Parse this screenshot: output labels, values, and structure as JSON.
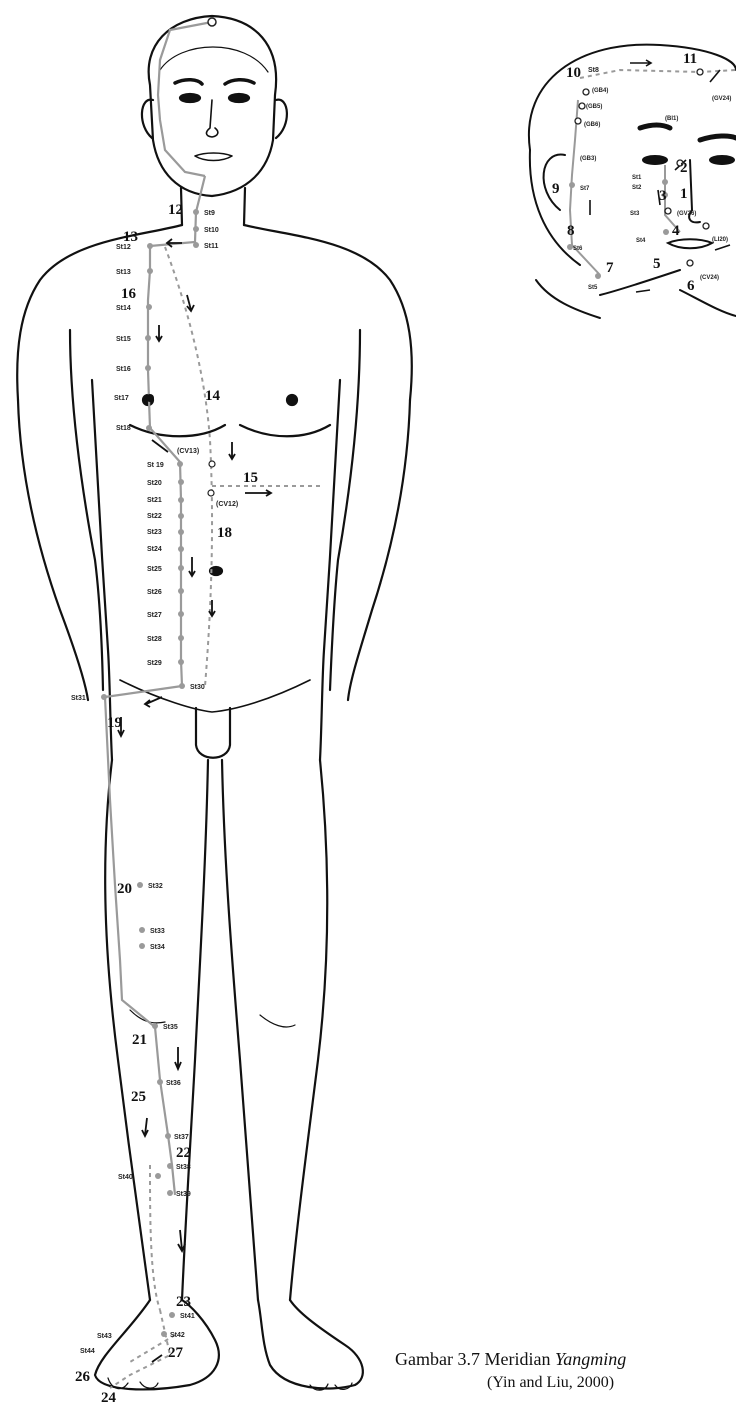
{
  "caption": {
    "prefix": "Gambar 3.7 Meridian ",
    "italic": "Yangming",
    "source": "(Yin and Liu, 2000)"
  },
  "body_labels": {
    "n12": "12",
    "n13": "13",
    "n14": "14",
    "n15": "15",
    "n16": "16",
    "n18": "18",
    "n19": "19",
    "n20": "20",
    "n21": "21",
    "n22": "22",
    "n23": "23",
    "n24": "24",
    "n25": "25",
    "n26": "26",
    "n27": "27"
  },
  "points": {
    "st8": "St8",
    "st9": "St9",
    "st10": "St10",
    "st11": "St11",
    "st12": "St12",
    "st13": "St13",
    "st14": "St14",
    "st15": "St15",
    "st16": "St16",
    "st17": "St17",
    "st18": "St18",
    "st19": "St 19",
    "st20": "St20",
    "st21": "St21",
    "st22": "St22",
    "st23": "St23",
    "st24": "St24",
    "st25": "St25",
    "st26": "St26",
    "st27": "St27",
    "st28": "St28",
    "st29": "St29",
    "st30": "St30",
    "st31": "St31",
    "st32": "St32",
    "st33": "St33",
    "st34": "St34",
    "st35": "St35",
    "st36": "St36",
    "st37": "St37",
    "st38": "St38",
    "st39": "St39",
    "st40": "St40",
    "st41": "St41",
    "st42": "St42",
    "st43": "St43",
    "st44": "St44",
    "cv13": "(CV13)",
    "cv12": "(CV12)"
  },
  "head_labels": {
    "n1": "1",
    "n2": "2",
    "n3": "3",
    "n4": "4",
    "n5": "5",
    "n6": "6",
    "n7": "7",
    "n8": "8",
    "n9": "9",
    "n10": "10",
    "n11": "11",
    "st1": "St1",
    "st2": "St2",
    "st3": "St3",
    "st4": "St4",
    "st5": "St5",
    "st6": "St6",
    "st7": "St7",
    "st8": "St8",
    "gb4": "(GB4)",
    "gb5": "(GB5)",
    "gb6": "(GB6)",
    "gb3": "(GB3)",
    "gv24": "(GV24)",
    "bl1": "(Bl1)",
    "li20": "(LI20)",
    "gv26": "(GV26)",
    "cv24": "(CV24)"
  }
}
